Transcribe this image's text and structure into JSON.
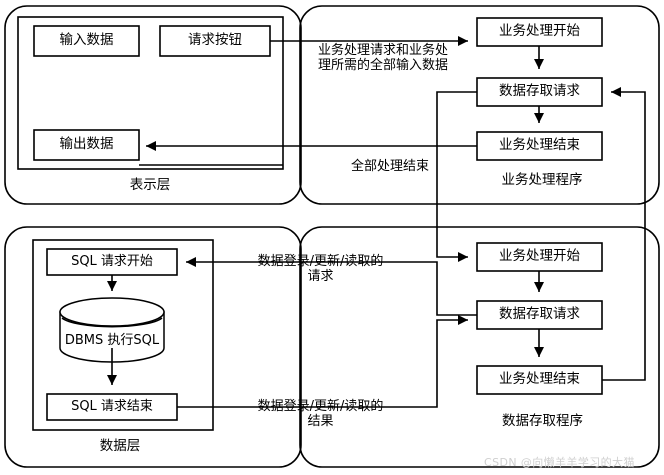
{
  "diagram": {
    "title": "三层架构处理流程图",
    "stroke_color": "#000000",
    "background_color": "#ffffff",
    "watermark": "CSDN @向懒羊羊学习的大猫"
  },
  "layers": {
    "presentation": {
      "group_label": "表示层",
      "boxes": [
        {
          "id": "input-data",
          "label": "输入数据"
        },
        {
          "id": "request-button",
          "label": "请求按钮"
        },
        {
          "id": "output-data",
          "label": "输出数据"
        }
      ]
    },
    "business": {
      "group_label": "业务处理程序",
      "boxes": [
        {
          "id": "biz-start",
          "label": "业务处理开始"
        },
        {
          "id": "biz-data-access-request",
          "label": "数据存取请求"
        },
        {
          "id": "biz-end",
          "label": "业务处理结束"
        }
      ]
    },
    "data": {
      "group_label": "数据层",
      "boxes": [
        {
          "id": "sql-request-start",
          "label": "SQL 请求开始"
        },
        {
          "id": "dbms-exec-sql",
          "label": "DBMS 执行SQL"
        },
        {
          "id": "sql-request-end",
          "label": "SQL 请求结束"
        }
      ]
    },
    "data_access": {
      "group_label": "数据存取程序",
      "boxes": [
        {
          "id": "da-start",
          "label": "业务处理开始"
        },
        {
          "id": "da-data-access-request",
          "label": "数据存取请求"
        },
        {
          "id": "da-end",
          "label": "业务处理结束"
        }
      ]
    }
  },
  "edge_labels": {
    "request_flow": "业务处理请求和业务处\n理所需的全部输入数据",
    "all_done": "全部处理结束",
    "db_request": "数据登录/更新/读取的\n请求",
    "db_result": "数据登录/更新/读取的\n结果"
  }
}
